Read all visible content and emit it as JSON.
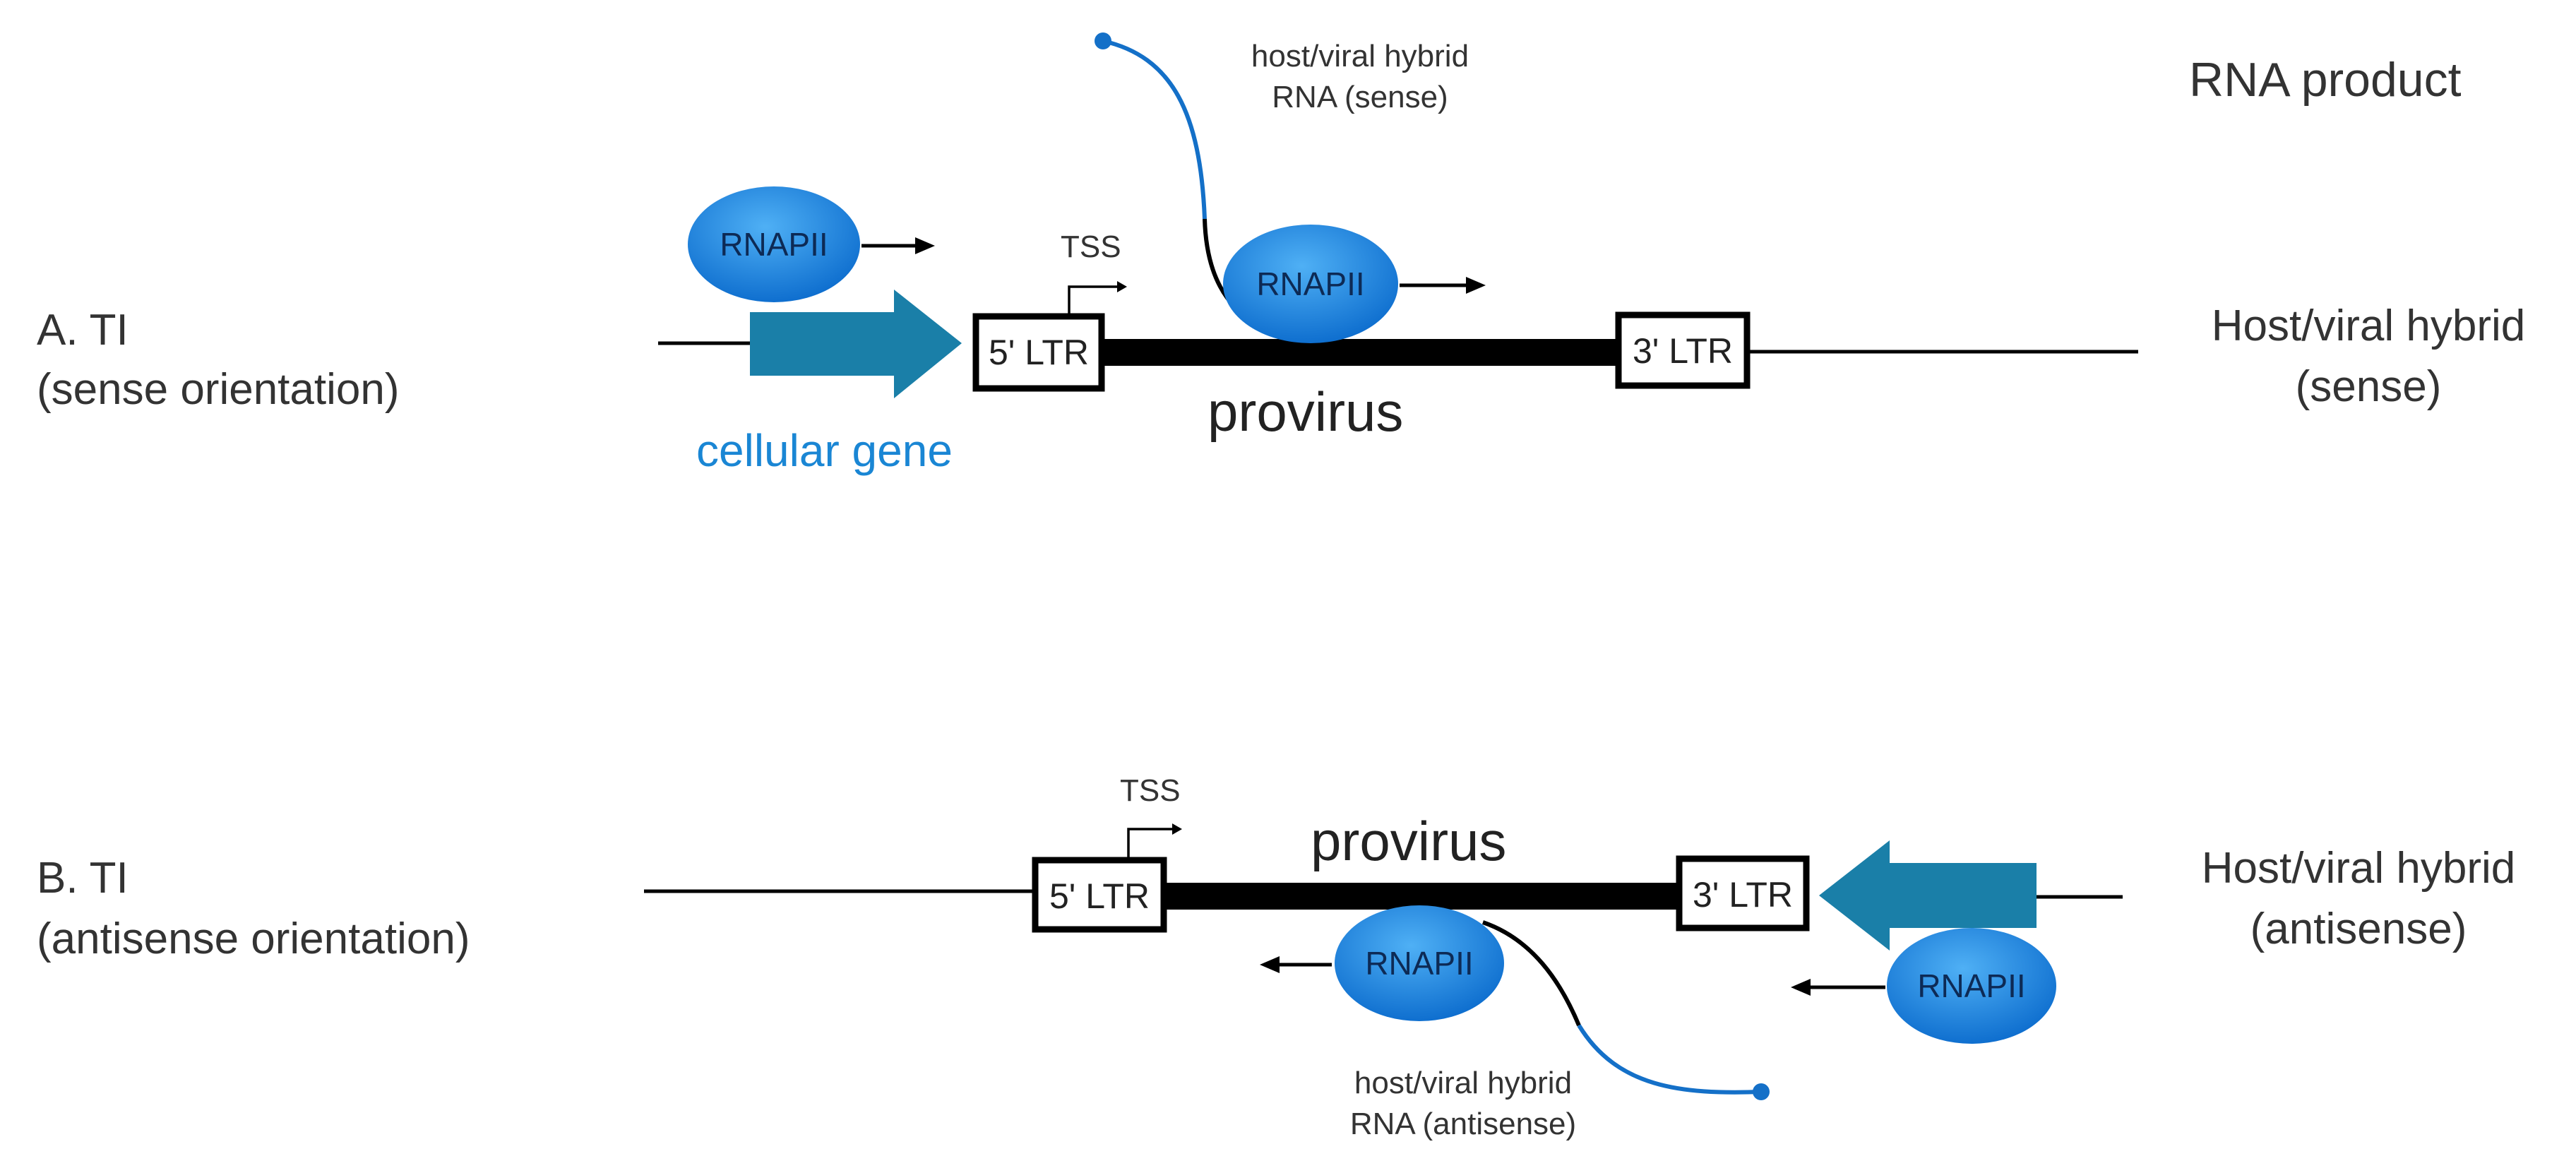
{
  "header": {
    "rna_product": "RNA product"
  },
  "panel_a": {
    "label_line1": "A. TI",
    "label_line2": "(sense orientation)",
    "product_line1": "Host/viral hybrid",
    "product_line2": "(sense)",
    "rnapii_upstream": "RNAPII",
    "rnapii_provirus": "RNAPII",
    "tss": "TSS",
    "ltr5": "5' LTR",
    "ltr3": "3' LTR",
    "provirus": "provirus",
    "cellular_gene": "cellular gene",
    "hybrid_rna_line1": "host/viral hybrid",
    "hybrid_rna_line2": "RNA (sense)"
  },
  "panel_b": {
    "label_line1": "B. TI",
    "label_line2": "(antisense orientation)",
    "product_line1": "Host/viral hybrid",
    "product_line2": "(antisense)",
    "rnapii_provirus": "RNAPII",
    "rnapii_downstream": "RNAPII",
    "tss": "TSS",
    "ltr5": "5' LTR",
    "ltr3": "3' LTR",
    "provirus": "provirus",
    "hybrid_rna_line1": "host/viral hybrid",
    "hybrid_rna_line2": "RNA (antisense)"
  },
  "colors": {
    "gene_arrow": "#1a7fa8",
    "rna_strand": "#1470c8",
    "rnapii_fill": "#1e88e5",
    "cellular_gene_text": "#1a86d4"
  }
}
